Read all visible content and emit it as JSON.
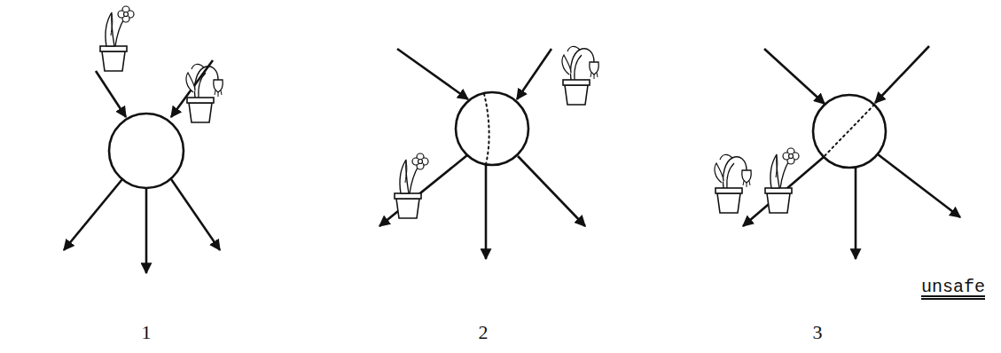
{
  "diagram": {
    "labels": [
      "1",
      "2",
      "3",
      "unsafe"
    ]
  }
}
